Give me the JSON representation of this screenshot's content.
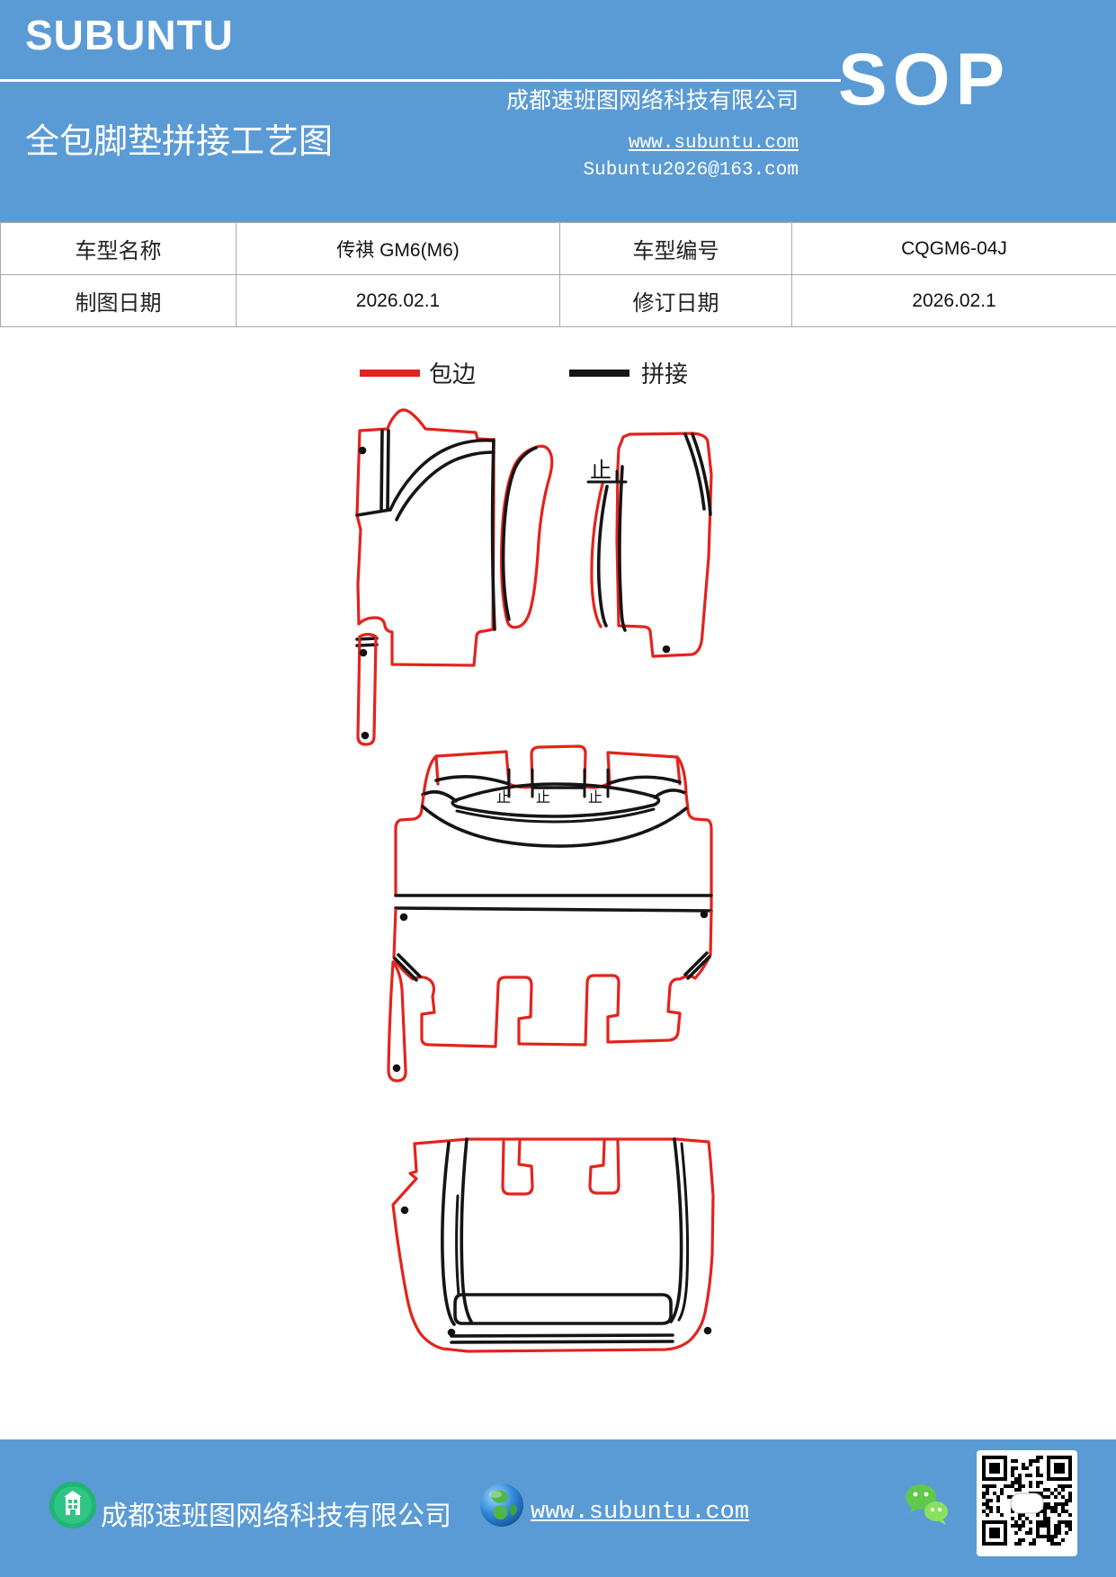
{
  "header": {
    "logo": "SUBUNTU",
    "title": "全包脚垫拼接工艺图",
    "company": "成都速班图网络科技有限公司",
    "website": "www.subuntu.com",
    "email": "Subuntu2026@163.com",
    "doc_type": "SOP"
  },
  "info_table": {
    "rows": [
      {
        "cells": [
          "车型名称",
          "传祺 GM6(M6)",
          "车型编号",
          "CQGM6-04J"
        ]
      },
      {
        "cells": [
          "制图日期",
          "2026.02.1",
          "修订日期",
          "2026.02.1"
        ]
      }
    ]
  },
  "legend": {
    "items": [
      {
        "label": "包边",
        "color": "#e3231d"
      },
      {
        "label": "拼接",
        "color": "#151515"
      }
    ]
  },
  "diagram": {
    "stop_mark": "止"
  },
  "footer": {
    "company": "成都速班图网络科技有限公司",
    "website": "www.subuntu.com",
    "icons": [
      "building-icon",
      "globe-icon",
      "wechat-icon",
      "qr-code"
    ]
  },
  "colors": {
    "banner_blue": "#5b9bd5",
    "outline_red": "#e3231d",
    "seam_black": "#151515",
    "wechat_green": "#51c332",
    "building_green": "#21b573"
  }
}
